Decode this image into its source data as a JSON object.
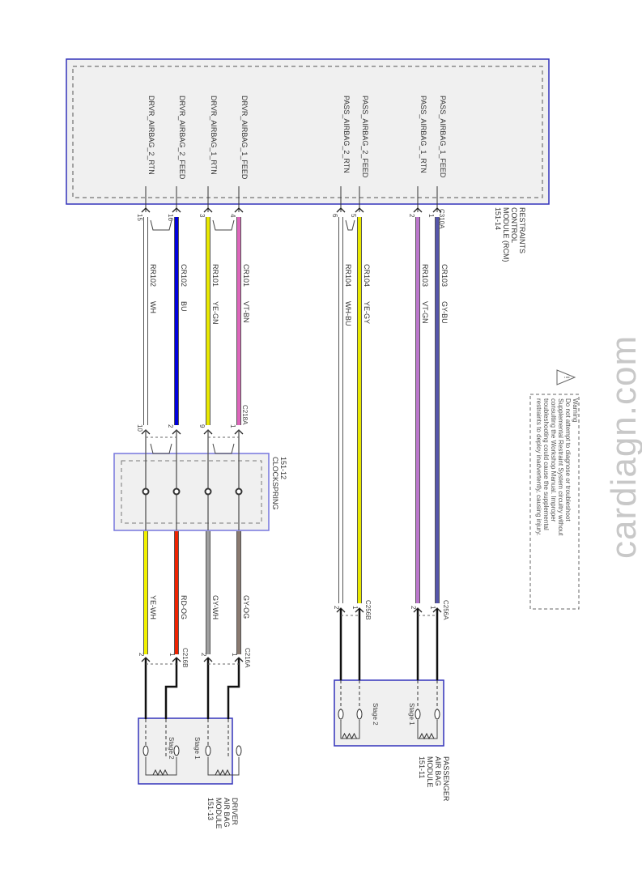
{
  "rcm": {
    "name_lines": [
      "RESTRAINTS",
      "CONTROL",
      "MODULE (RCM)",
      "151-14"
    ],
    "connector": "C310A",
    "pins": [
      {
        "signal": "DRVR_AIRBAG_2_RTN",
        "pin": "15",
        "circuit": "RR102",
        "color": "WH"
      },
      {
        "signal": "DRVR_AIRBAG_2_FEED",
        "pin": "16",
        "circuit": "CR102",
        "color": "BU"
      },
      {
        "signal": "DRVR_AIRBAG_1_RTN",
        "pin": "3",
        "circuit": "RR101",
        "color": "YE-GN"
      },
      {
        "signal": "DRVR_AIRBAG_1_FEED",
        "pin": "4",
        "circuit": "CR101",
        "color": "VT-BN"
      },
      {
        "signal": "PASS_AIRBAG_2_RTN",
        "pin": "6",
        "circuit": "RR104",
        "color": "WH-BU"
      },
      {
        "signal": "PASS_AIRBAG_2_FEED",
        "pin": "5",
        "circuit": "CR104",
        "color": "YE-GY"
      },
      {
        "signal": "PASS_AIRBAG_1_RTN",
        "pin": "2",
        "circuit": "RR103",
        "color": "VT-GN"
      },
      {
        "signal": "PASS_AIRBAG_1_FEED",
        "pin": "1",
        "circuit": "CR103",
        "color": "GY-BU"
      }
    ]
  },
  "clockspring": {
    "name_lines": [
      "CLOCKSPRING",
      "151-12"
    ],
    "connector": "C218A",
    "pins_in": [
      "10",
      "2",
      "9",
      "1"
    ],
    "out_colors": [
      "YE-WH",
      "RD-OG",
      "GY-WH",
      "GY-OG"
    ]
  },
  "driver_connectors": {
    "c216b": {
      "label": "C216B",
      "pins": [
        "2",
        "1"
      ]
    },
    "c216a": {
      "label": "C216A",
      "pins": [
        "2",
        "1"
      ]
    }
  },
  "passenger_connectors": {
    "c256b": {
      "label": "C256B",
      "pins": [
        "2",
        "1"
      ]
    },
    "c256a": {
      "label": "C256A",
      "pins": [
        "2",
        "1"
      ]
    }
  },
  "driver_module": {
    "name_lines": [
      "DRIVER",
      "AIR BAG",
      "MODULE",
      "151-13"
    ],
    "stage1": "Stage 1",
    "stage2": "Stage 2"
  },
  "passenger_module": {
    "name_lines": [
      "PASSENGER",
      "AIR BAG",
      "MODULE",
      "151-11"
    ],
    "stage1": "Stage 1",
    "stage2": "Stage 2"
  },
  "warning": {
    "lines": [
      "Warning",
      "Do not attempt to diagnose or troubleshoot",
      "Supplemental Restraint System circuitry without",
      "consulting the Workshop Manual. Improper",
      "troubleshooting could cause the supplemental",
      "restraints to deploy inadvertently, causing injury."
    ]
  },
  "watermark": "cardiagn.com",
  "colors": {
    "WH": "#ffffff",
    "BU": "#0000dd",
    "YE-GN": "#e8e800",
    "VT-BN": "#dd66bb",
    "WH-BU": "#ffffff",
    "YE-GY": "#e8e800",
    "VT-GN": "#bb77cc",
    "GY-BU": "#5555aa",
    "YE-WH": "#f0f000",
    "RD-OG": "#ee2200",
    "GY-WH": "#a0a0a0",
    "GY-OG": "#8a7a70",
    "module_border": "#3333bb",
    "module_fill": "#f0f0f0"
  }
}
